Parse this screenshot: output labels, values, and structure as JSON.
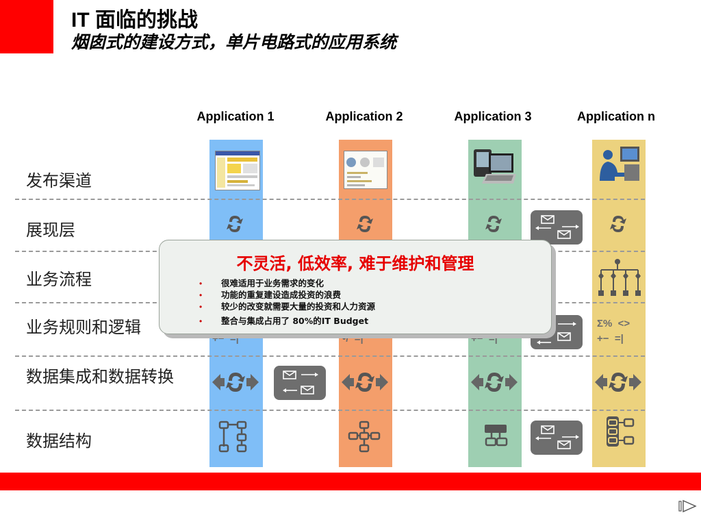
{
  "header": {
    "title": "IT 面临的挑战",
    "subtitle": "烟囱式的建设方式，单片电路式的应用系统"
  },
  "applications": [
    {
      "name": "Application 1",
      "color": "#7fbef7"
    },
    {
      "name": "Application 2",
      "color": "#f49e6b"
    },
    {
      "name": "Application 3",
      "color": "#9ecfb2"
    },
    {
      "name": "Application n",
      "color": "#ecd27e"
    }
  ],
  "layers": [
    "发布渠道",
    "展现层",
    "业务流程",
    "业务规则和逻辑",
    "数据集成和数据转换",
    "数据结构"
  ],
  "popup": {
    "title": "不灵活, 低效率, 难于维护和管理",
    "bullets": [
      "很难适用于业务需求的变化",
      "功能的重复建设造成投资的浪费",
      "较少的改变就需要大量的投资和人力资源",
      "整合与集成占用了 80%的IT Budget"
    ]
  },
  "rule_symbols": {
    "sigma_line": "Σ%  <>",
    "ops_line": "+−  =|",
    "partial_1": "+−  =|",
    "partial_2": "•/  =|",
    "partial_3": "+−  =|"
  },
  "colors": {
    "accent_red": "#ff0000",
    "popup_title": "#e60000",
    "icon_gray": "#6e6e6e",
    "message_box": "#6e6e6e"
  },
  "icons": [
    "sync-icon",
    "exchange-icon",
    "envelope-icon",
    "flowchart-icon",
    "data-structure-icon",
    "server-user-icon",
    "laptop-device-icon",
    "play-nav-icon"
  ]
}
